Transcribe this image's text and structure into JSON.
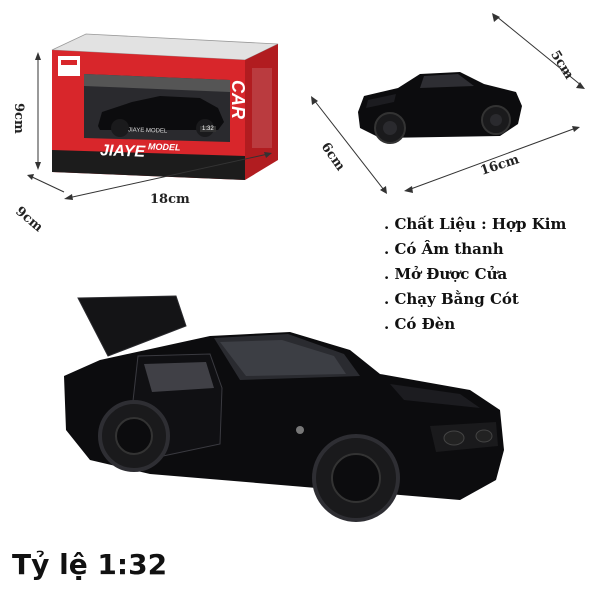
{
  "dimensions": {
    "box_height": "9cm",
    "box_depth": "9cm",
    "box_length": "18cm",
    "car_width": "6cm",
    "car_length": "16cm",
    "car_height": "5cm"
  },
  "features": [
    ". Chất Liệu : Hợp Kim",
    ". Có Âm thanh",
    ". Mở Được Cửa",
    ". Chạy Bằng Cót",
    ". Có Đèn"
  ],
  "scale_label": "Tỷ lệ 1:32",
  "box": {
    "brand": "JIAYE",
    "brand_sub": "MODEL",
    "window_text": "JIAYE MODEL",
    "side_text": "CAR",
    "scale_tag": "1:32"
  },
  "colors": {
    "box_red": "#d8262b",
    "car_black": "#0c0c0e",
    "rim_black": "#1a1a1c"
  }
}
